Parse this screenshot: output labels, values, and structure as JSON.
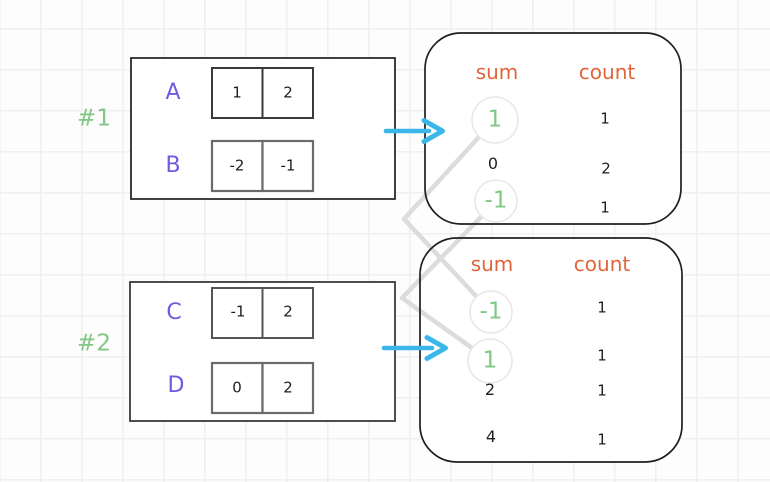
{
  "diagram_type": "pair-sum hashmap matching diagram",
  "groups": [
    {
      "label": "#1",
      "rows": [
        {
          "name": "A",
          "cells": [
            "1",
            "2"
          ]
        },
        {
          "name": "B",
          "cells": [
            "-2",
            "-1"
          ]
        }
      ]
    },
    {
      "label": "#2",
      "rows": [
        {
          "name": "C",
          "cells": [
            "-1",
            "2"
          ]
        },
        {
          "name": "D",
          "cells": [
            "0",
            "2"
          ]
        }
      ]
    }
  ],
  "tables": [
    {
      "sum_header": "sum",
      "count_header": "count",
      "rows": [
        {
          "sum": "1",
          "count": "1",
          "matched": true
        },
        {
          "sum": "0",
          "count": "2",
          "matched": false
        },
        {
          "sum": "-1",
          "count": "1",
          "matched": true
        }
      ]
    },
    {
      "sum_header": "sum",
      "count_header": "count",
      "rows": [
        {
          "sum": "-1",
          "count": "1",
          "matched": true
        },
        {
          "sum": "1",
          "count": "1",
          "matched": true
        },
        {
          "sum": "2",
          "count": "1",
          "matched": false
        },
        {
          "sum": "4",
          "count": "1",
          "matched": false
        }
      ]
    }
  ],
  "connections": [
    {
      "from_table": 0,
      "from_sum": "1",
      "to_table": 1,
      "to_sum": "-1"
    },
    {
      "from_table": 0,
      "from_sum": "-1",
      "to_table": 1,
      "to_sum": "1"
    }
  ],
  "arrows": [
    {
      "from": "group #1",
      "to": "table 1",
      "direction": "right"
    },
    {
      "from": "group #2",
      "to": "table 2",
      "direction": "right"
    }
  ],
  "colors": {
    "green": "#82c785",
    "purple": "#6c5ce0",
    "orange": "#e0653a",
    "cyan": "#3ab6e9",
    "connector_gray": "#dcdcdc",
    "box_border": "#1e1e1e",
    "cell_border": "#555555",
    "circle_border": "#ebebeb",
    "grid": "#f1eff1",
    "background": "#fdfdfd"
  }
}
